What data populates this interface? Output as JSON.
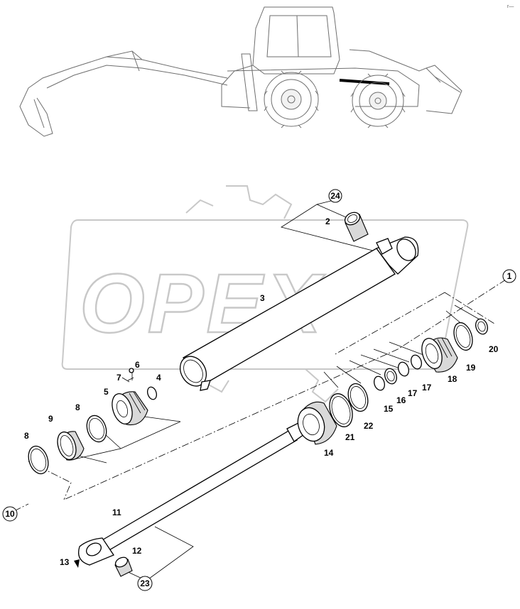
{
  "watermark": {
    "text": "OPEX"
  },
  "corner_mark": "r—",
  "callouts": {
    "c1": "1",
    "c2": "2",
    "c3": "3",
    "c4": "4",
    "c5": "5",
    "c6": "6",
    "c7": "7",
    "c8a": "8",
    "c8b": "8",
    "c9": "9",
    "c10": "10",
    "c11": "11",
    "c12": "12",
    "c13": "13",
    "c14": "14",
    "c15": "15",
    "c16": "16",
    "c17a": "17",
    "c17b": "17",
    "c18": "18",
    "c19": "19",
    "c20": "20",
    "c21": "21",
    "c22": "22",
    "c23": "23",
    "c24": "24"
  }
}
